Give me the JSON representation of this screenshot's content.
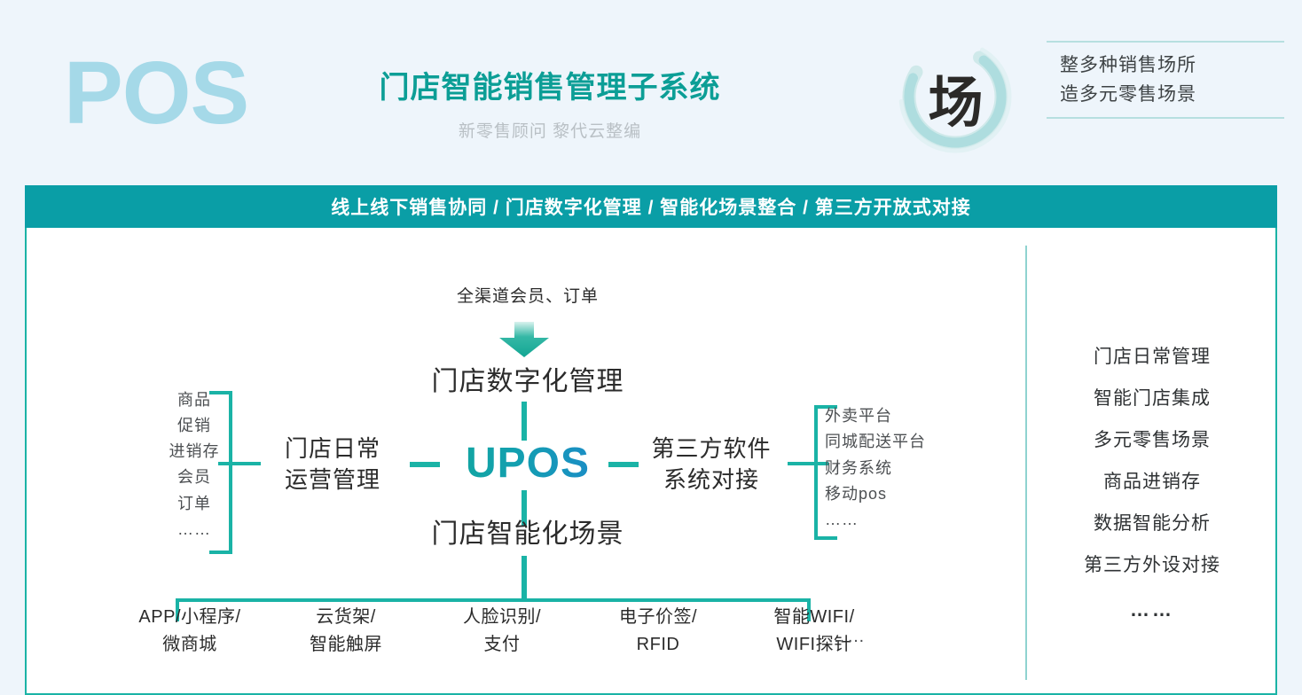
{
  "header": {
    "logo": "POS",
    "title": "门店智能销售管理子系统",
    "subtitle": "新零售顾问 黎代云整编",
    "badge": {
      "char": "场",
      "line1": "整多种销售场所",
      "line2": "造多元零售场景"
    }
  },
  "banner": {
    "text": "线上线下销售协同 / 门店数字化管理 / 智能化场景整合 / 第三方开放式对接"
  },
  "diagram": {
    "inflow_label": "全渠道会员、订单",
    "center": "UPOS",
    "node_top": "门店数字化管理",
    "node_bottom": "门店智能化场景",
    "node_left_line1": "门店日常",
    "node_left_line2": "运营管理",
    "node_right_line1": "第三方软件",
    "node_right_line2": "系统对接",
    "left_items": [
      "商品",
      "促销",
      "进销存",
      "会员",
      "订单",
      "……"
    ],
    "right_items": [
      "外卖平台",
      "同城配送平台",
      "财务系统",
      "移动pos",
      "……"
    ],
    "bottom_items": [
      {
        "line1": "APP/小程序/",
        "line2": "微商城"
      },
      {
        "line1": "云货架/",
        "line2": "智能触屏"
      },
      {
        "line1": "人脸识别/",
        "line2": "支付"
      },
      {
        "line1": "电子价签/",
        "line2": "RFID"
      },
      {
        "line1": "智能WIFI/",
        "line2": "WIFI探针"
      }
    ],
    "bottom_ellipsis": "……"
  },
  "sidebar": {
    "items": [
      "门店日常管理",
      "智能门店集成",
      "多元零售场景",
      "商品进销存",
      "数据智能分析",
      "第三方外设对接"
    ],
    "ellipsis": "……"
  },
  "colors": {
    "page_background": "#eef5fb",
    "banner_teal": "#0a9ea6",
    "connector_teal": "#1ab3a6",
    "title_teal": "#0c9e96",
    "logo_blue": "#a5d9e8",
    "subtitle_grey": "#b9c0c5",
    "divider_teal": "#8fd3d0"
  }
}
